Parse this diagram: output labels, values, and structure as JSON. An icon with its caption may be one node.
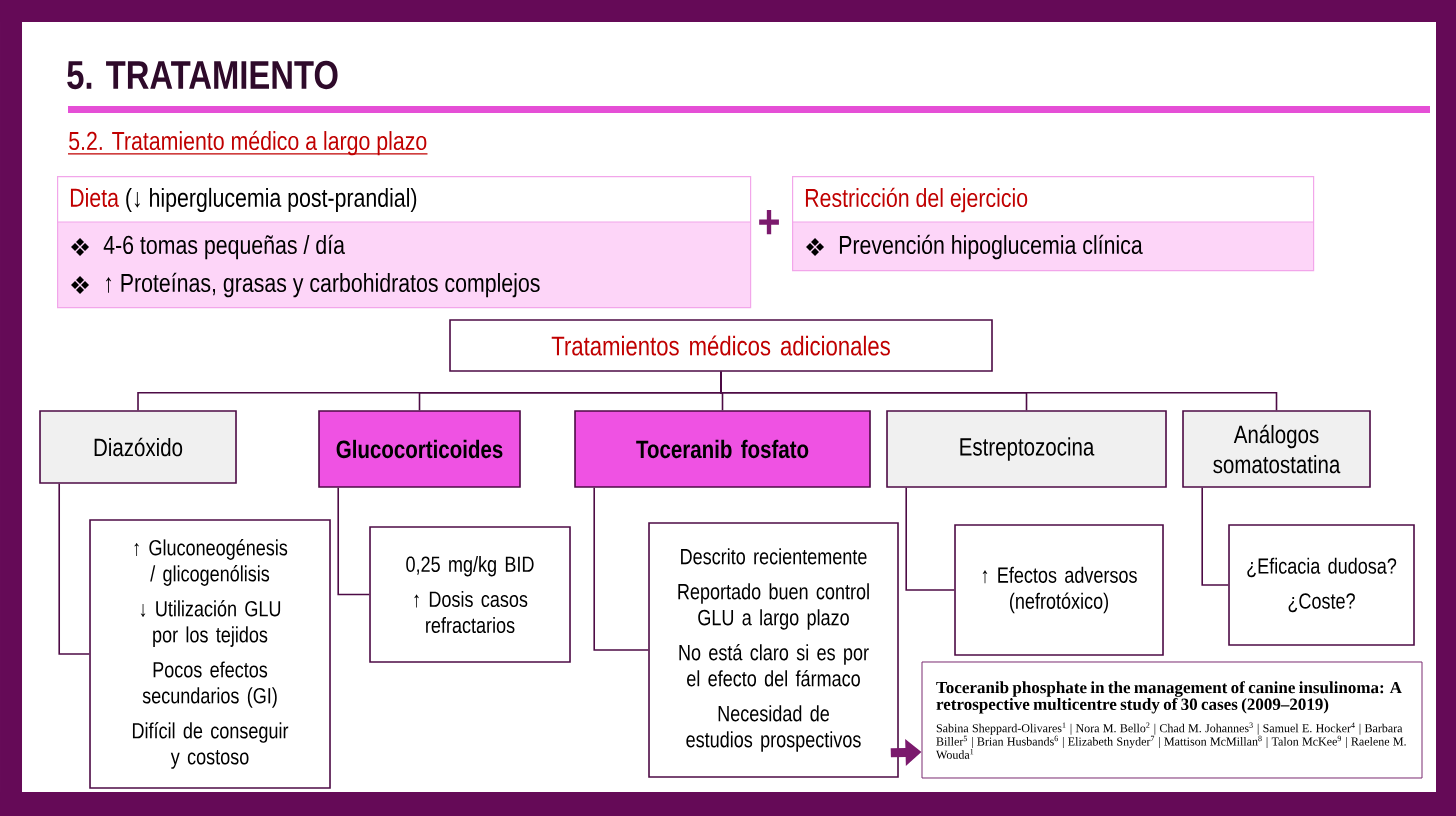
{
  "diagram": {
    "title": "5. TRATAMIENTO",
    "nodes": [
      {
        "text": [
          "Dieta",
          "(↓ hiperglucemia post-prandial)",
          "4-6 tomas pequeñas / día",
          "↑ Proteínas, grasas y carbohidratos complejos"
        ]
      },
      {
        "text": [
          "Restricción del ejercicio",
          "Prevención hipoglucemia clínica"
        ]
      },
      {
        "text": [
          "Tratamientos médicos adicionales"
        ]
      },
      {
        "text": [
          "Diazóxido"
        ]
      },
      {
        "text": [
          "Glucocorticoides"
        ]
      },
      {
        "text": [
          "Toceranib fosfato"
        ]
      },
      {
        "text": [
          "Estreptozocina"
        ]
      },
      {
        "text": [
          "Análogos somatostatina"
        ]
      },
      {
        "text": [
          "↑ Gluconeogénesis / glicogenólisis",
          "↓ Utilización GLU por los tejidos",
          "Pocos efectos secundarios (GI)",
          "Difícil de conseguir y costoso"
        ]
      },
      {
        "text": [
          "0,25 mg/kg BID",
          "↑ Dosis casos refractarios"
        ]
      },
      {
        "text": [
          "Descrito recientemente",
          "Reportado buen control GLU a largo plazo",
          "No está claro si es por el efecto del fármaco",
          "Necesidad de estudios prospectivos"
        ]
      },
      {
        "text": [
          "↑ Efectos adversos (nefrotóxico)"
        ]
      },
      {
        "text": [
          "¿Eficacia dudosa?",
          "¿Coste?"
        ]
      },
      {
        "text": [
          "Toceranib phosphate in the management of canine insulinoma: A retrospective multicentre study of 30 cases (2009–2019)",
          "Sabina Sheppard-Olivares$^{1}$ | Nora M. Bello$^{2}$ | Chad M. Johannes$^{3}$ | Samuel E. Hocker$^{4}$ | Barbara Biller$^{5}$ | Brian Husbands$^{6}$ | Elizabeth Snyder$^{7}$ | Mattison McMillan$^{8}$ | Talon McKee$^{9}$ | Raelene M. Wouda$^{1}$"
        ]
      }
    ],
    "edges": [
      {
        "from": 2,
        "to": 3,
        "arrow": "none"
      },
      {
        "from": 2,
        "to": 4,
        "arrow": "none"
      },
      {
        "from": 2,
        "to": 5,
        "arrow": "none"
      },
      {
        "from": 2,
        "to": 6,
        "arrow": "none"
      },
      {
        "from": 2,
        "to": 7,
        "arrow": "none"
      },
      {
        "from": 3,
        "to": 8,
        "arrow": "none"
      },
      {
        "from": 4,
        "to": 9,
        "arrow": "none"
      },
      {
        "from": 5,
        "to": 10,
        "arrow": "none"
      },
      {
        "from": 6,
        "to": 11,
        "arrow": "none"
      },
      {
        "from": 7,
        "to": 12,
        "arrow": "none"
      },
      {
        "from": 10,
        "to": 13,
        "arrow": "to",
        "style": "thick"
      }
    ],
    "labels": [
      "5.2. Tratamiento médico a largo plazo",
      "+"
    ]
  }
}
